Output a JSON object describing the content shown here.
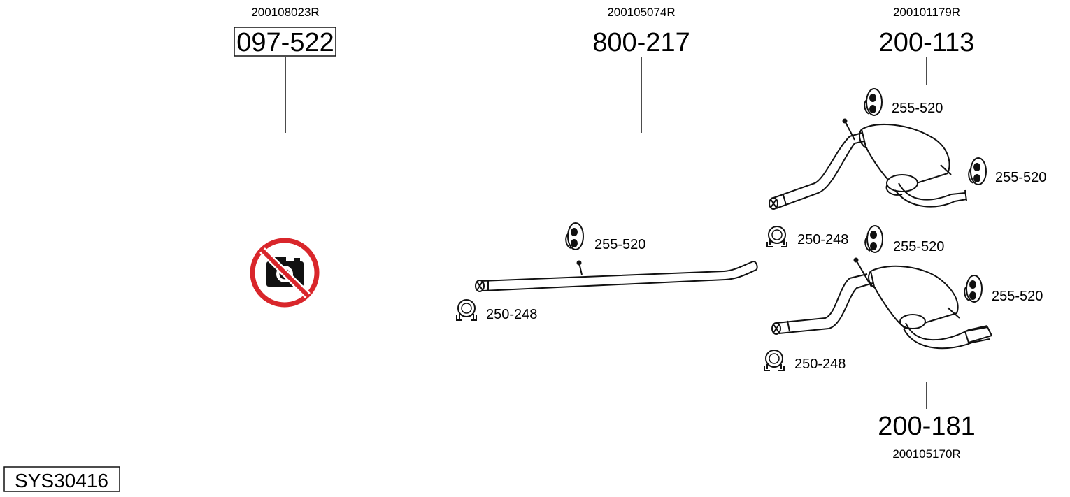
{
  "parts": {
    "col1": {
      "oem": "200108023R",
      "number": "097-522"
    },
    "col2": {
      "oem": "200105074R",
      "number": "800-217"
    },
    "col3_top": {
      "oem": "200101179R",
      "number": "200-113"
    },
    "col3_bottom": {
      "oem": "200105170R",
      "number": "200-181"
    }
  },
  "accessories": {
    "hanger": "255-520",
    "clamp": "250-248"
  },
  "system_code": "SYS30416",
  "no_photo_icon": "no-photo-icon",
  "colors": {
    "stroke": "#1a1a1a",
    "no_photo_red": "#d9262b"
  }
}
